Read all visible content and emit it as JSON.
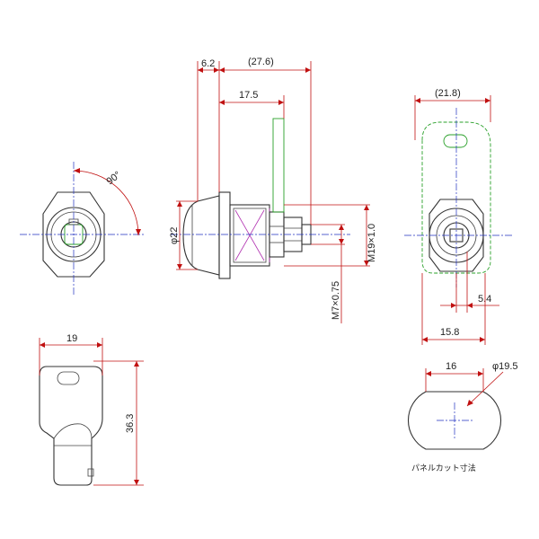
{
  "dimensions": {
    "d_6_2": "6.2",
    "d_27_6": "(27.6)",
    "d_17_5": "17.5",
    "d_phi22": "φ22",
    "d_m7": "M7×0.75",
    "d_m19": "M19×1.0",
    "d_90": "90°",
    "d_21_8": "(21.8)",
    "d_5_4": "5.4",
    "d_15_8": "15.8",
    "d_19": "19",
    "d_36_3": "36.3",
    "d_16": "16",
    "d_phi19_5": "φ19.5"
  },
  "notes": {
    "panel_cut": "パネルカット寸法"
  },
  "colors": {
    "object": "#333333",
    "dimension": "#c01010",
    "centerline": "#2030c0",
    "cam": "#2aa02a",
    "thread": "#b030b0"
  }
}
